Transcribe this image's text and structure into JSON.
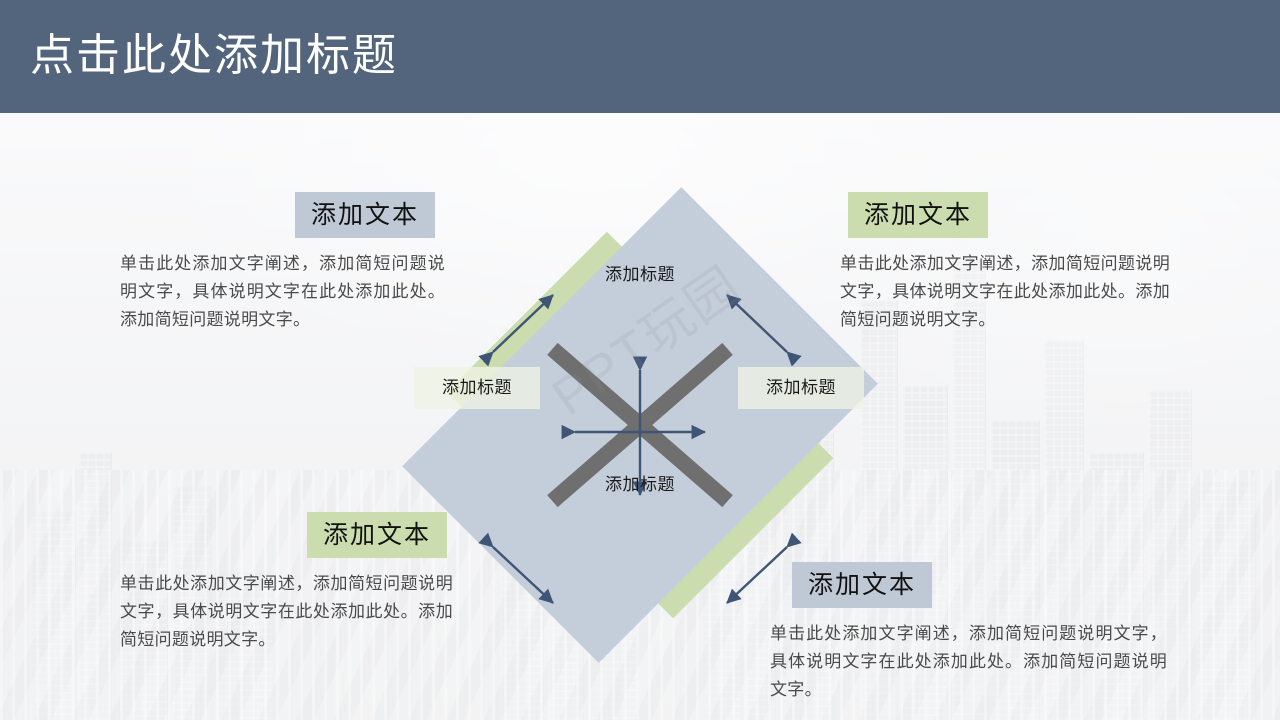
{
  "slide": {
    "title": "点击此处添加标题",
    "watermark": "PPT玩园",
    "colors": {
      "header_bar": "#53647D",
      "title_text": "#FFFFFF",
      "diamond_blue": "#C4CEDA",
      "diamond_green": "#CBDDAF",
      "badge_blue": "#BFC9D5",
      "badge_green": "#CBDDAF",
      "cross_gray": "#6F6F6F",
      "arrow_blue": "#3F5575",
      "body_text": "#4A4A4A"
    }
  },
  "diagram": {
    "nodes": [
      {
        "id": "top",
        "label": "添加标题",
        "shape": "diamond-blue"
      },
      {
        "id": "right",
        "label": "添加标题",
        "shape": "diamond-green"
      },
      {
        "id": "bottom",
        "label": "添加标题",
        "shape": "diamond-blue"
      },
      {
        "id": "left",
        "label": "添加标题",
        "shape": "diamond-green"
      }
    ]
  },
  "blocks": [
    {
      "position": "top-left",
      "badge": "添加文本",
      "badge_style": "blue",
      "body": "单击此处添加文字阐述，添加简短问题说明文字，具体说明文字在此处添加此处。添加简短问题说明文字。"
    },
    {
      "position": "top-right",
      "badge": "添加文本",
      "badge_style": "green",
      "body": "单击此处添加文字阐述，添加简短问题说明文字，具体说明文字在此处添加此处。添加简短问题说明文字。"
    },
    {
      "position": "bottom-left",
      "badge": "添加文本",
      "badge_style": "green",
      "body": "单击此处添加文字阐述，添加简短问题说明文字，具体说明文字在此处添加此处。添加简短问题说明文字。"
    },
    {
      "position": "bottom-right",
      "badge": "添加文本",
      "badge_style": "blue",
      "body": "单击此处添加文字阐述，添加简短问题说明文字，具体说明文字在此处添加此处。添加简短问题说明文字。"
    }
  ]
}
